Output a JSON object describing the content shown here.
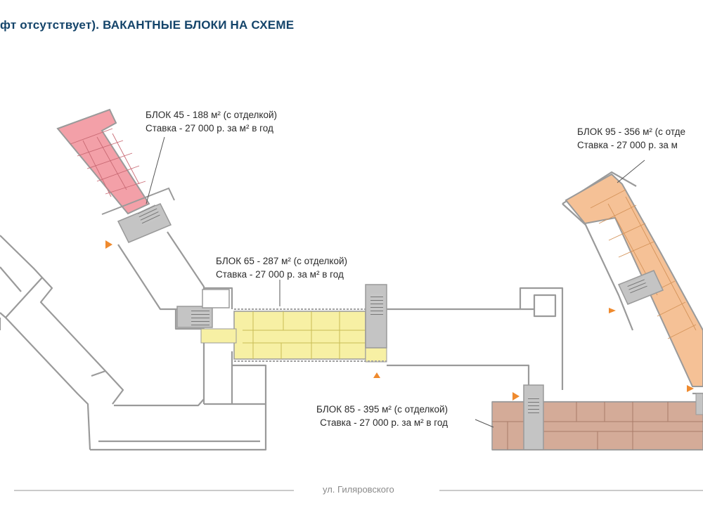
{
  "title": "фт отсутствует). ВАКАНТНЫЕ БЛОКИ НА СХЕМЕ",
  "street": "ул. Гиляровского",
  "colors": {
    "block45": "#f3a0a8",
    "block65": "#f7f0a4",
    "block85": "#d4ab98",
    "block95": "#f5c196",
    "title": "#14446a",
    "wall": "#9a9a9a",
    "stair": "#c4c4c4",
    "entrance": "#ef8a2e"
  },
  "blocks": [
    {
      "id": "45",
      "name": "БЛОК 45 - 188 м² (с отделкой)",
      "rate": "Ставка - 27 000 р. за м² в год"
    },
    {
      "id": "65",
      "name": "БЛОК 65 - 287 м² (с отделкой)",
      "rate": "Ставка - 27 000 р. за м² в год"
    },
    {
      "id": "85",
      "name": "БЛОК 85 - 395 м² (с отделкой)",
      "rate": "Ставка - 27 000 р. за м² в год"
    },
    {
      "id": "95",
      "name": "БЛОК 95 - 356 м² (с отде",
      "rate": "Ставка - 27 000 р. за м"
    }
  ]
}
